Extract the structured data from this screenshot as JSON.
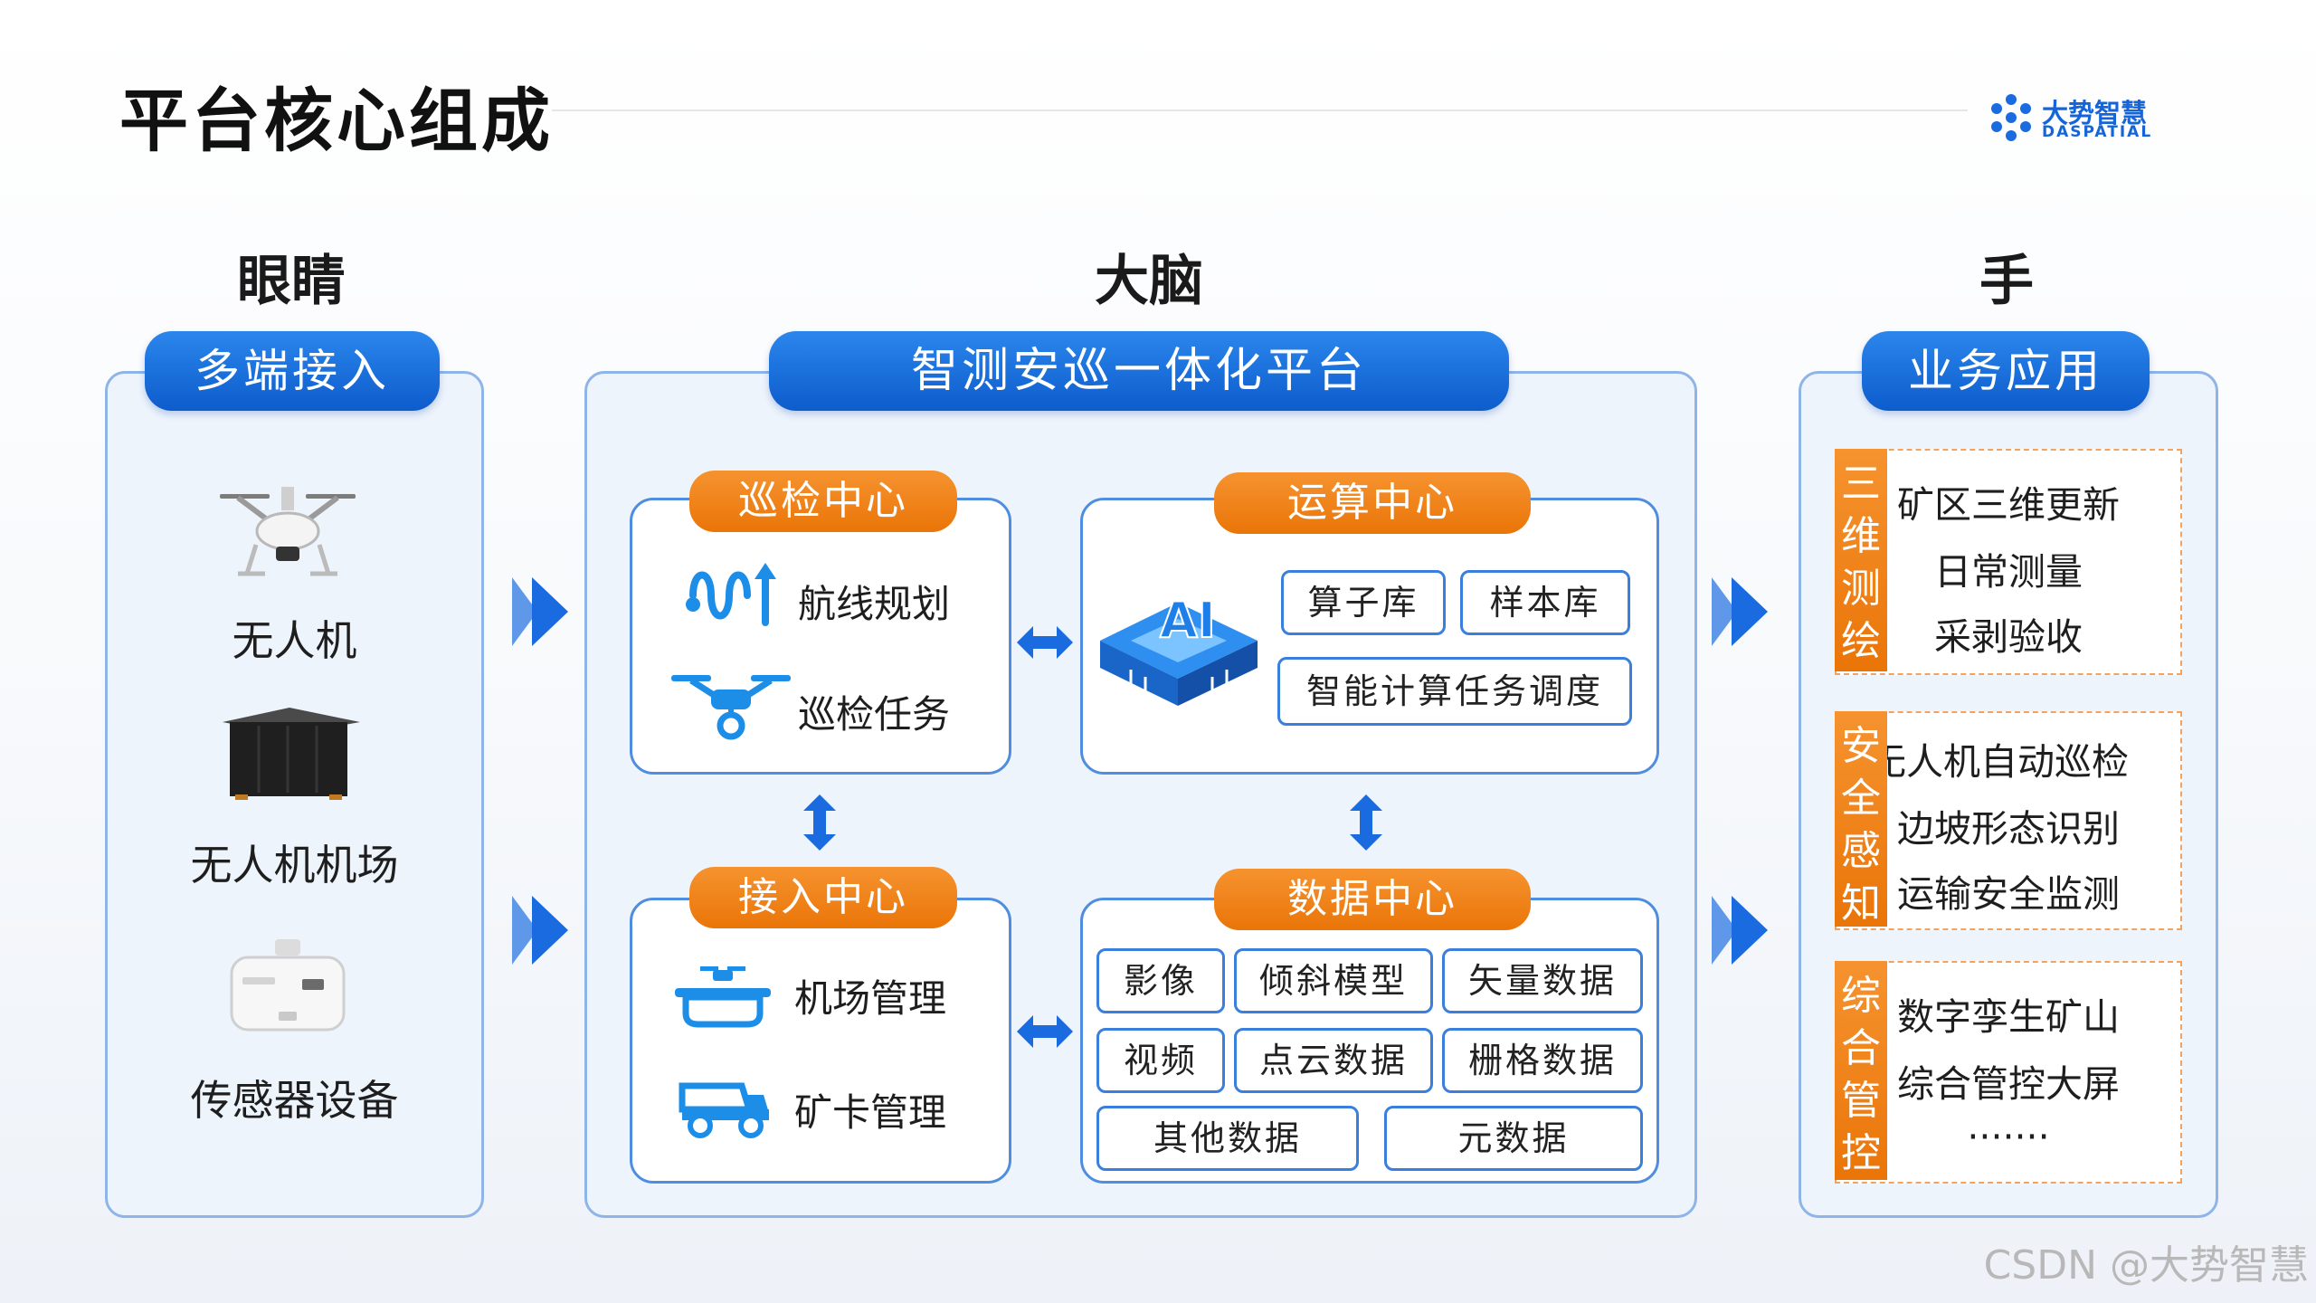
{
  "title": "平台核心组成",
  "logo": {
    "name_cn": "大势智慧",
    "name_en": "DASPATIAL"
  },
  "columns": {
    "eyes": "眼睛",
    "brain": "大脑",
    "hand": "手"
  },
  "left": {
    "header": "多端接入",
    "items": [
      "无人机",
      "无人机机场",
      "传感器设备"
    ]
  },
  "middle": {
    "header": "智测安巡一体化平台",
    "patrol": {
      "title": "巡检中心",
      "items": [
        "航线规划",
        "巡检任务"
      ]
    },
    "compute": {
      "title": "运算中心",
      "tags": [
        "算子库",
        "样本库",
        "智能计算任务调度"
      ]
    },
    "access": {
      "title": "接入中心",
      "items": [
        "机场管理",
        "矿卡管理"
      ]
    },
    "data": {
      "title": "数据中心",
      "tags": [
        "影像",
        "倾斜模型",
        "矢量数据",
        "视频",
        "点云数据",
        "栅格数据",
        "其他数据",
        "元数据"
      ]
    }
  },
  "right": {
    "header": "业务应用",
    "groups": [
      {
        "label": "三维测绘",
        "items": [
          "矿区三维更新",
          "日常测量",
          "采剥验收"
        ]
      },
      {
        "label": "安全感知",
        "items": [
          "无人机自动巡检",
          "边坡形态识别",
          "运输安全监测"
        ]
      },
      {
        "label": "综合管控",
        "items": [
          "数字孪生矿山",
          "综合管控大屏",
          "·······"
        ]
      }
    ]
  },
  "watermark": "CSDN @大势智慧",
  "colors": {
    "primary_blue": "#1565d8",
    "accent_orange": "#f08a1e",
    "panel_border": "#8fb4e8"
  },
  "icons": [
    "drone-icon",
    "drone-hangar-icon",
    "sensor-device-icon",
    "route-planning-icon",
    "patrol-drone-icon",
    "ai-chip-icon",
    "hangar-management-icon",
    "mining-truck-icon",
    "double-arrow-icon",
    "chevron-arrow-icon"
  ]
}
